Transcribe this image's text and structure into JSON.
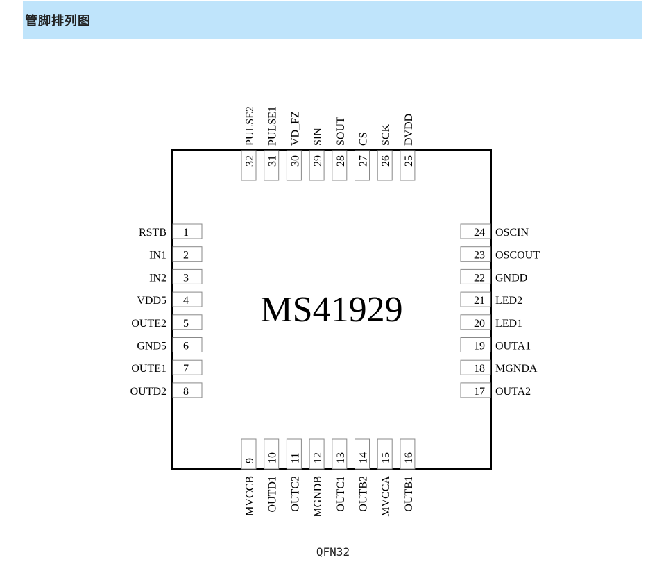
{
  "header": {
    "title": "管脚排列图"
  },
  "chip": {
    "name": "MS41929",
    "package": "QFN32",
    "pins_left": [
      {
        "num": "1",
        "name": "RSTB"
      },
      {
        "num": "2",
        "name": "IN1"
      },
      {
        "num": "3",
        "name": "IN2"
      },
      {
        "num": "4",
        "name": "VDD5"
      },
      {
        "num": "5",
        "name": "OUTE2"
      },
      {
        "num": "6",
        "name": "GND5"
      },
      {
        "num": "7",
        "name": "OUTE1"
      },
      {
        "num": "8",
        "name": "OUTD2"
      }
    ],
    "pins_bottom": [
      {
        "num": "9",
        "name": "MVCCB"
      },
      {
        "num": "10",
        "name": "OUTD1"
      },
      {
        "num": "11",
        "name": "OUTC2"
      },
      {
        "num": "12",
        "name": "MGNDB"
      },
      {
        "num": "13",
        "name": "OUTC1"
      },
      {
        "num": "14",
        "name": "OUTB2"
      },
      {
        "num": "15",
        "name": "MVCCA"
      },
      {
        "num": "16",
        "name": "OUTB1"
      }
    ],
    "pins_right": [
      {
        "num": "17",
        "name": "OUTA2"
      },
      {
        "num": "18",
        "name": "MGNDA"
      },
      {
        "num": "19",
        "name": "OUTA1"
      },
      {
        "num": "20",
        "name": "LED1"
      },
      {
        "num": "21",
        "name": "LED2"
      },
      {
        "num": "22",
        "name": "GNDD"
      },
      {
        "num": "23",
        "name": "OSCOUT"
      },
      {
        "num": "24",
        "name": "OSCIN"
      }
    ],
    "pins_top": [
      {
        "num": "25",
        "name": "DVDD"
      },
      {
        "num": "26",
        "name": "SCK"
      },
      {
        "num": "27",
        "name": "CS"
      },
      {
        "num": "28",
        "name": "SOUT"
      },
      {
        "num": "29",
        "name": "SIN"
      },
      {
        "num": "30",
        "name": "VD_FZ"
      },
      {
        "num": "31",
        "name": "PULSE1"
      },
      {
        "num": "32",
        "name": "PULSE2"
      }
    ]
  }
}
